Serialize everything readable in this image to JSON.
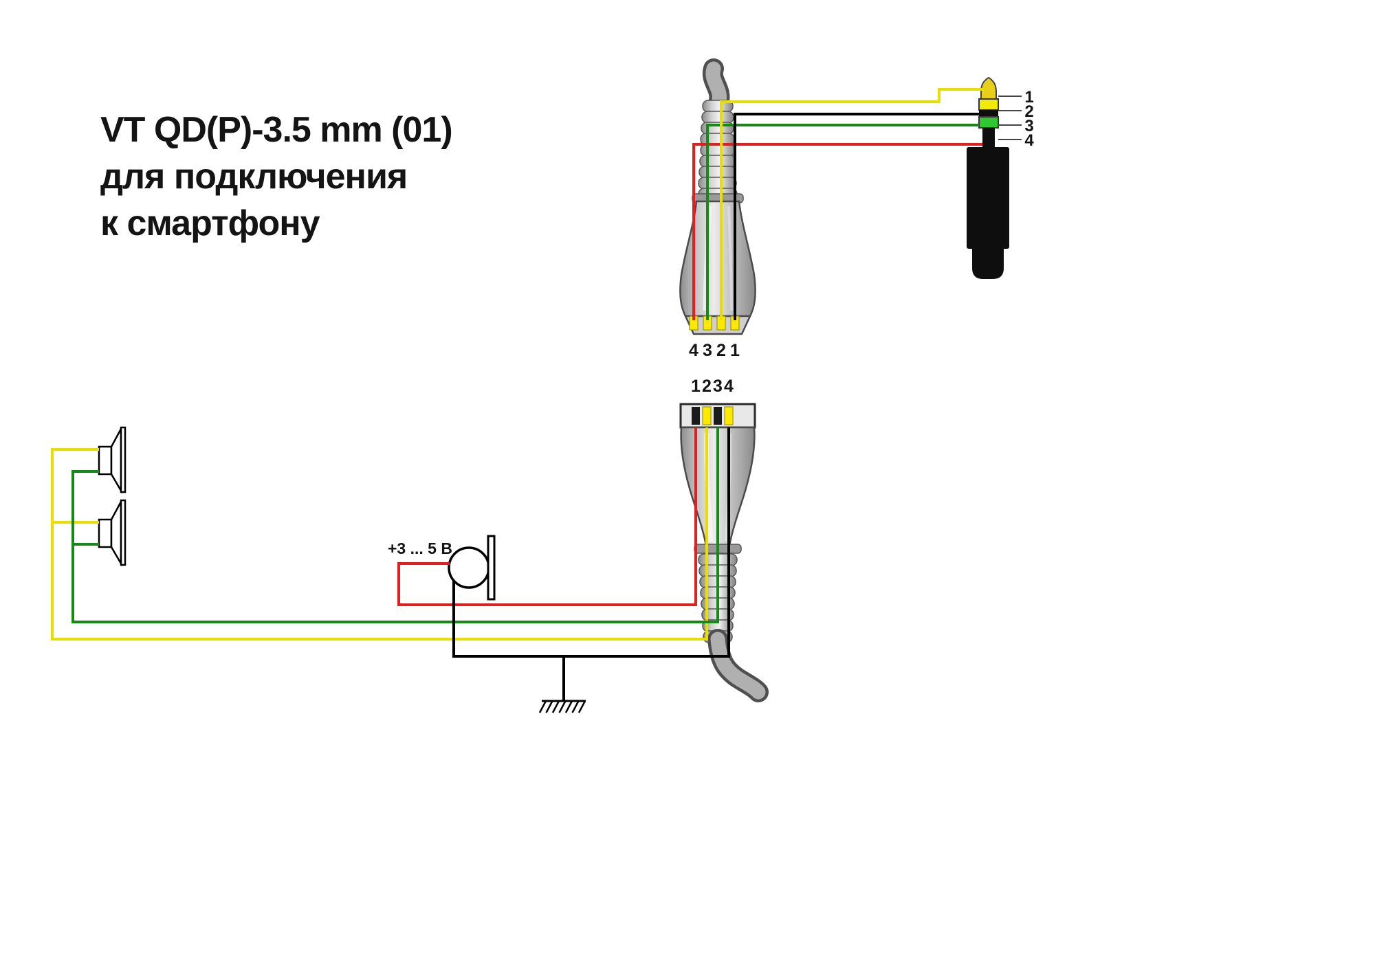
{
  "title": {
    "line1": "VT QD(P)-3.5 mm (01)",
    "line2": "для подключения",
    "line3": "к смартфону"
  },
  "labels": {
    "mic_voltage": "+3 ... 5 В"
  },
  "top_connector": {
    "pin_labels": [
      "4",
      "3",
      "2",
      "1"
    ]
  },
  "bottom_connector": {
    "pin_labels": [
      "1",
      "2",
      "3",
      "4"
    ]
  },
  "jack": {
    "pin_labels": [
      "1",
      "2",
      "3",
      "4"
    ]
  },
  "colors": {
    "wire_yellow": "#e8df00",
    "wire_green": "#168a16",
    "wire_red": "#e31e1e",
    "wire_black": "#000000",
    "jack_tip": "#e7cf1a",
    "jack_band_yellow": "#f2ea00",
    "jack_band_green": "#2fc82f",
    "jack_body": "#0e0e0e"
  }
}
